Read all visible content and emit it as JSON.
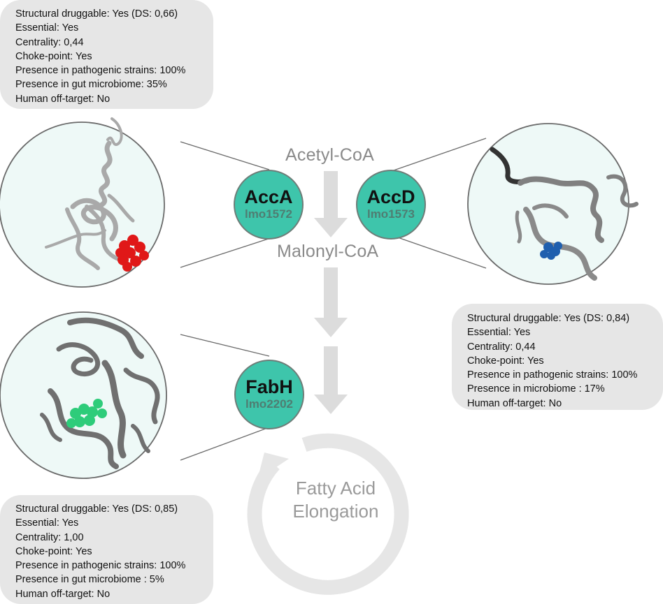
{
  "pathway": {
    "metabolites": [
      "Acetyl-CoA",
      "Malonyl-CoA"
    ],
    "cycle_label_line1": "Fatty Acid",
    "cycle_label_line2": "Elongation"
  },
  "enzymes": [
    {
      "name": "AccA",
      "gene": "lmo1572",
      "ligand_color": "#e01818",
      "properties": [
        "Structural druggable: Yes (DS: 0,66)",
        "Essential: Yes",
        "Centrality: 0,44",
        "Choke-point: Yes",
        "Presence in pathogenic strains: 100%",
        "Presence in gut microbiome: 35%",
        "Human off-target: No"
      ]
    },
    {
      "name": "AccD",
      "gene": "lmo1573",
      "ligand_color": "#1f5fae",
      "properties": [
        "Structural druggable: Yes (DS: 0,84)",
        "Essential: Yes",
        "Centrality: 0,44",
        "Choke-point: Yes",
        "Presence in pathogenic strains: 100%",
        "Presence in microbiome : 17%",
        "Human off-target: No"
      ]
    },
    {
      "name": "FabH",
      "gene": "lmo2202",
      "ligand_color": "#2ecc7a",
      "properties": [
        "Structural druggable: Yes (DS: 0,85)",
        "Essential: Yes",
        "Centrality: 1,00",
        "Choke-point: Yes",
        "Presence in pathogenic strains: 100%",
        "Presence in gut microbiome : 5%",
        "Human off-target: No"
      ]
    }
  ],
  "colors": {
    "enzyme_circle": "#3ec5ab",
    "structure_bubble": "#eef9f7",
    "info_box": "#e6e6e6",
    "arrow": "#dcdcdc",
    "cycle": "#e6e6e6"
  }
}
